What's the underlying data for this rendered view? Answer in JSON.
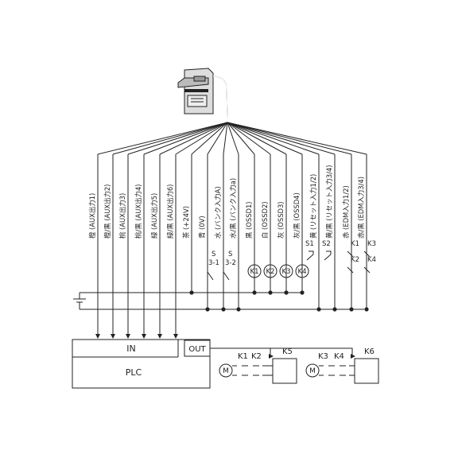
{
  "wire_labels": [
    "橙 (AUX出力1)",
    "橙/黒 (AUX出力2)",
    "桃 (AUX出力3)",
    "桃/黒 (AUX出力4)",
    "緑 (AUX出力5)",
    "緑/黒 (AUX出力6)",
    "茶 (+24V)",
    "青 (0V)",
    "水 (バンク入力A)",
    "水/黒 (バンク入力a)",
    "黒 (OSSD1)",
    "白 (OSSD2)",
    "灰 (OSSD3)",
    "灰/黒 (OSSD4)",
    "黄 (リセット入力1/2)",
    "黄/黒 (リセット入力3/4)",
    "赤 (EDM入力1/2)",
    "赤/黒 (EDM入力3/4)"
  ],
  "switches": {
    "s31": [
      "S",
      "3-1"
    ],
    "s32": [
      "S",
      "3-2"
    ],
    "s1": "S1",
    "s2": "S2"
  },
  "contacts_top": {
    "k1": "K1",
    "k2": "K2",
    "k3": "K3",
    "k4": "K4"
  },
  "relays": [
    "K1",
    "K2",
    "K3",
    "K4"
  ],
  "plc": {
    "in_label": "IN",
    "out_label": "OUT",
    "name": "PLC"
  },
  "bottom": {
    "group1": {
      "k1": "K1",
      "k2": "K2",
      "k5": "K5",
      "motor": "M"
    },
    "group2": {
      "k3": "K3",
      "k4": "K4",
      "k6": "K6",
      "motor": "M"
    }
  }
}
